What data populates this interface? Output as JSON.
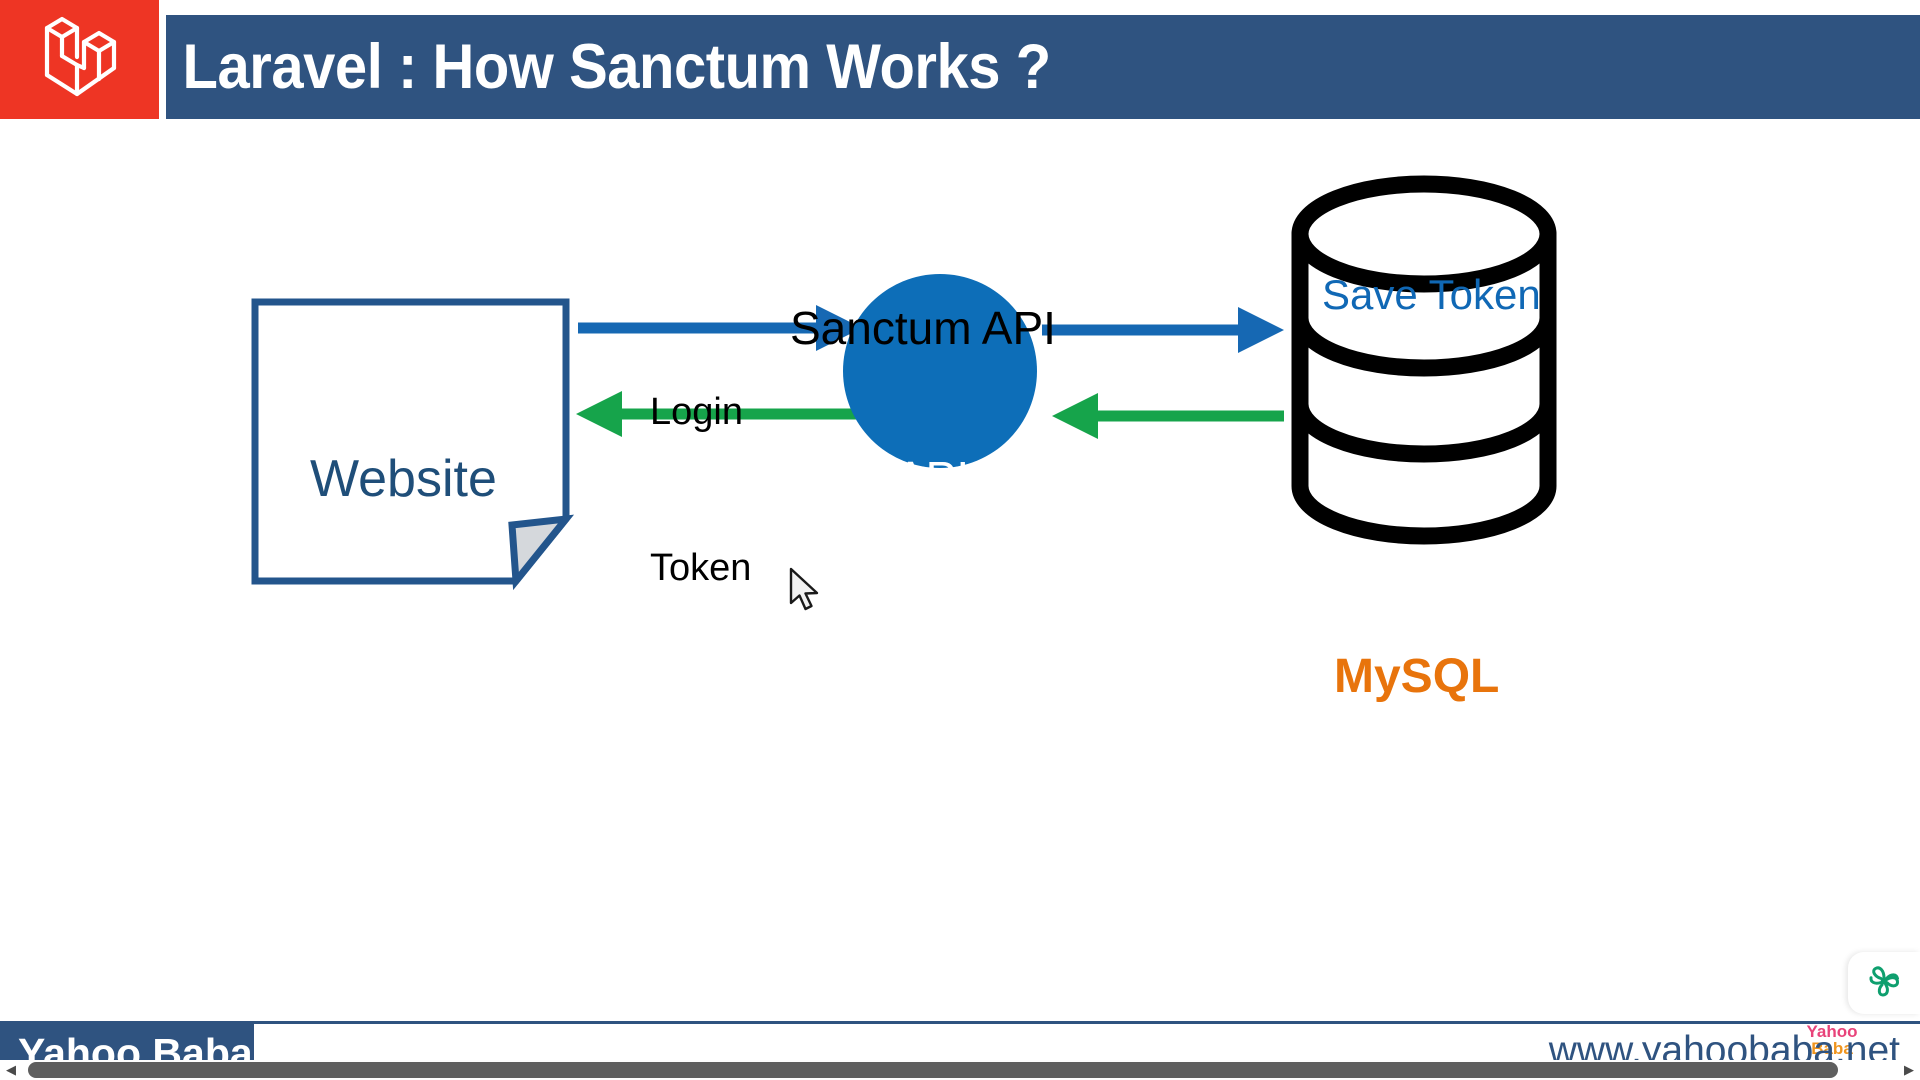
{
  "header": {
    "logo_icon": "laravel-logo-icon",
    "title": "Laravel : How Sanctum Works ?",
    "logo_bg": "#EE3524",
    "bar_bg": "#2F5380"
  },
  "diagram": {
    "title": "Sanctum API",
    "website_box": {
      "label": "Website",
      "shape": "document-with-folded-corner",
      "border_color": "#23558C",
      "text_color": "#1F4E79",
      "fold_fill": "#D5D8DC"
    },
    "api_node": {
      "label": "API",
      "shape": "circle",
      "fill": "#0D6EB8",
      "text_color": "#FFFFFF"
    },
    "database_node": {
      "label": "MySQL",
      "top_label": "Save Token",
      "shape": "cylinder",
      "stroke": "#000000",
      "label_color": "#E8740C",
      "top_label_color": "#1068B5"
    },
    "flows": [
      {
        "label": "Login",
        "from": "Website",
        "to": "API",
        "direction": "right",
        "color": "#1668B3"
      },
      {
        "label": "Token",
        "from": "API",
        "to": "Website",
        "direction": "left",
        "color": "#16A44B"
      },
      {
        "label": "",
        "from": "API",
        "to": "MySQL",
        "direction": "right",
        "color": "#1668B3"
      },
      {
        "label": "",
        "from": "MySQL",
        "to": "API",
        "direction": "left",
        "color": "#16A44B"
      }
    ],
    "cursor_icon": "mouse-pointer-icon"
  },
  "overlay": {
    "app_badge_icon": "green-pinwheel-icon",
    "app_badge_color": "#0E9F6E"
  },
  "footer": {
    "brand": "Yahoo Baba",
    "website": "www.yahoobaba.net",
    "watermark_top": "Yahoo",
    "watermark_bottom": "Baba",
    "brand_bg": "#2F5380",
    "website_color": "#2F5380"
  },
  "scrollbar": {
    "left_arrow_icon": "chevron-left-icon",
    "right_arrow_icon": "chevron-right-icon",
    "left_arrow_glyph": "◀",
    "right_arrow_glyph": "▶",
    "thumb_color": "#5f5f5f"
  }
}
